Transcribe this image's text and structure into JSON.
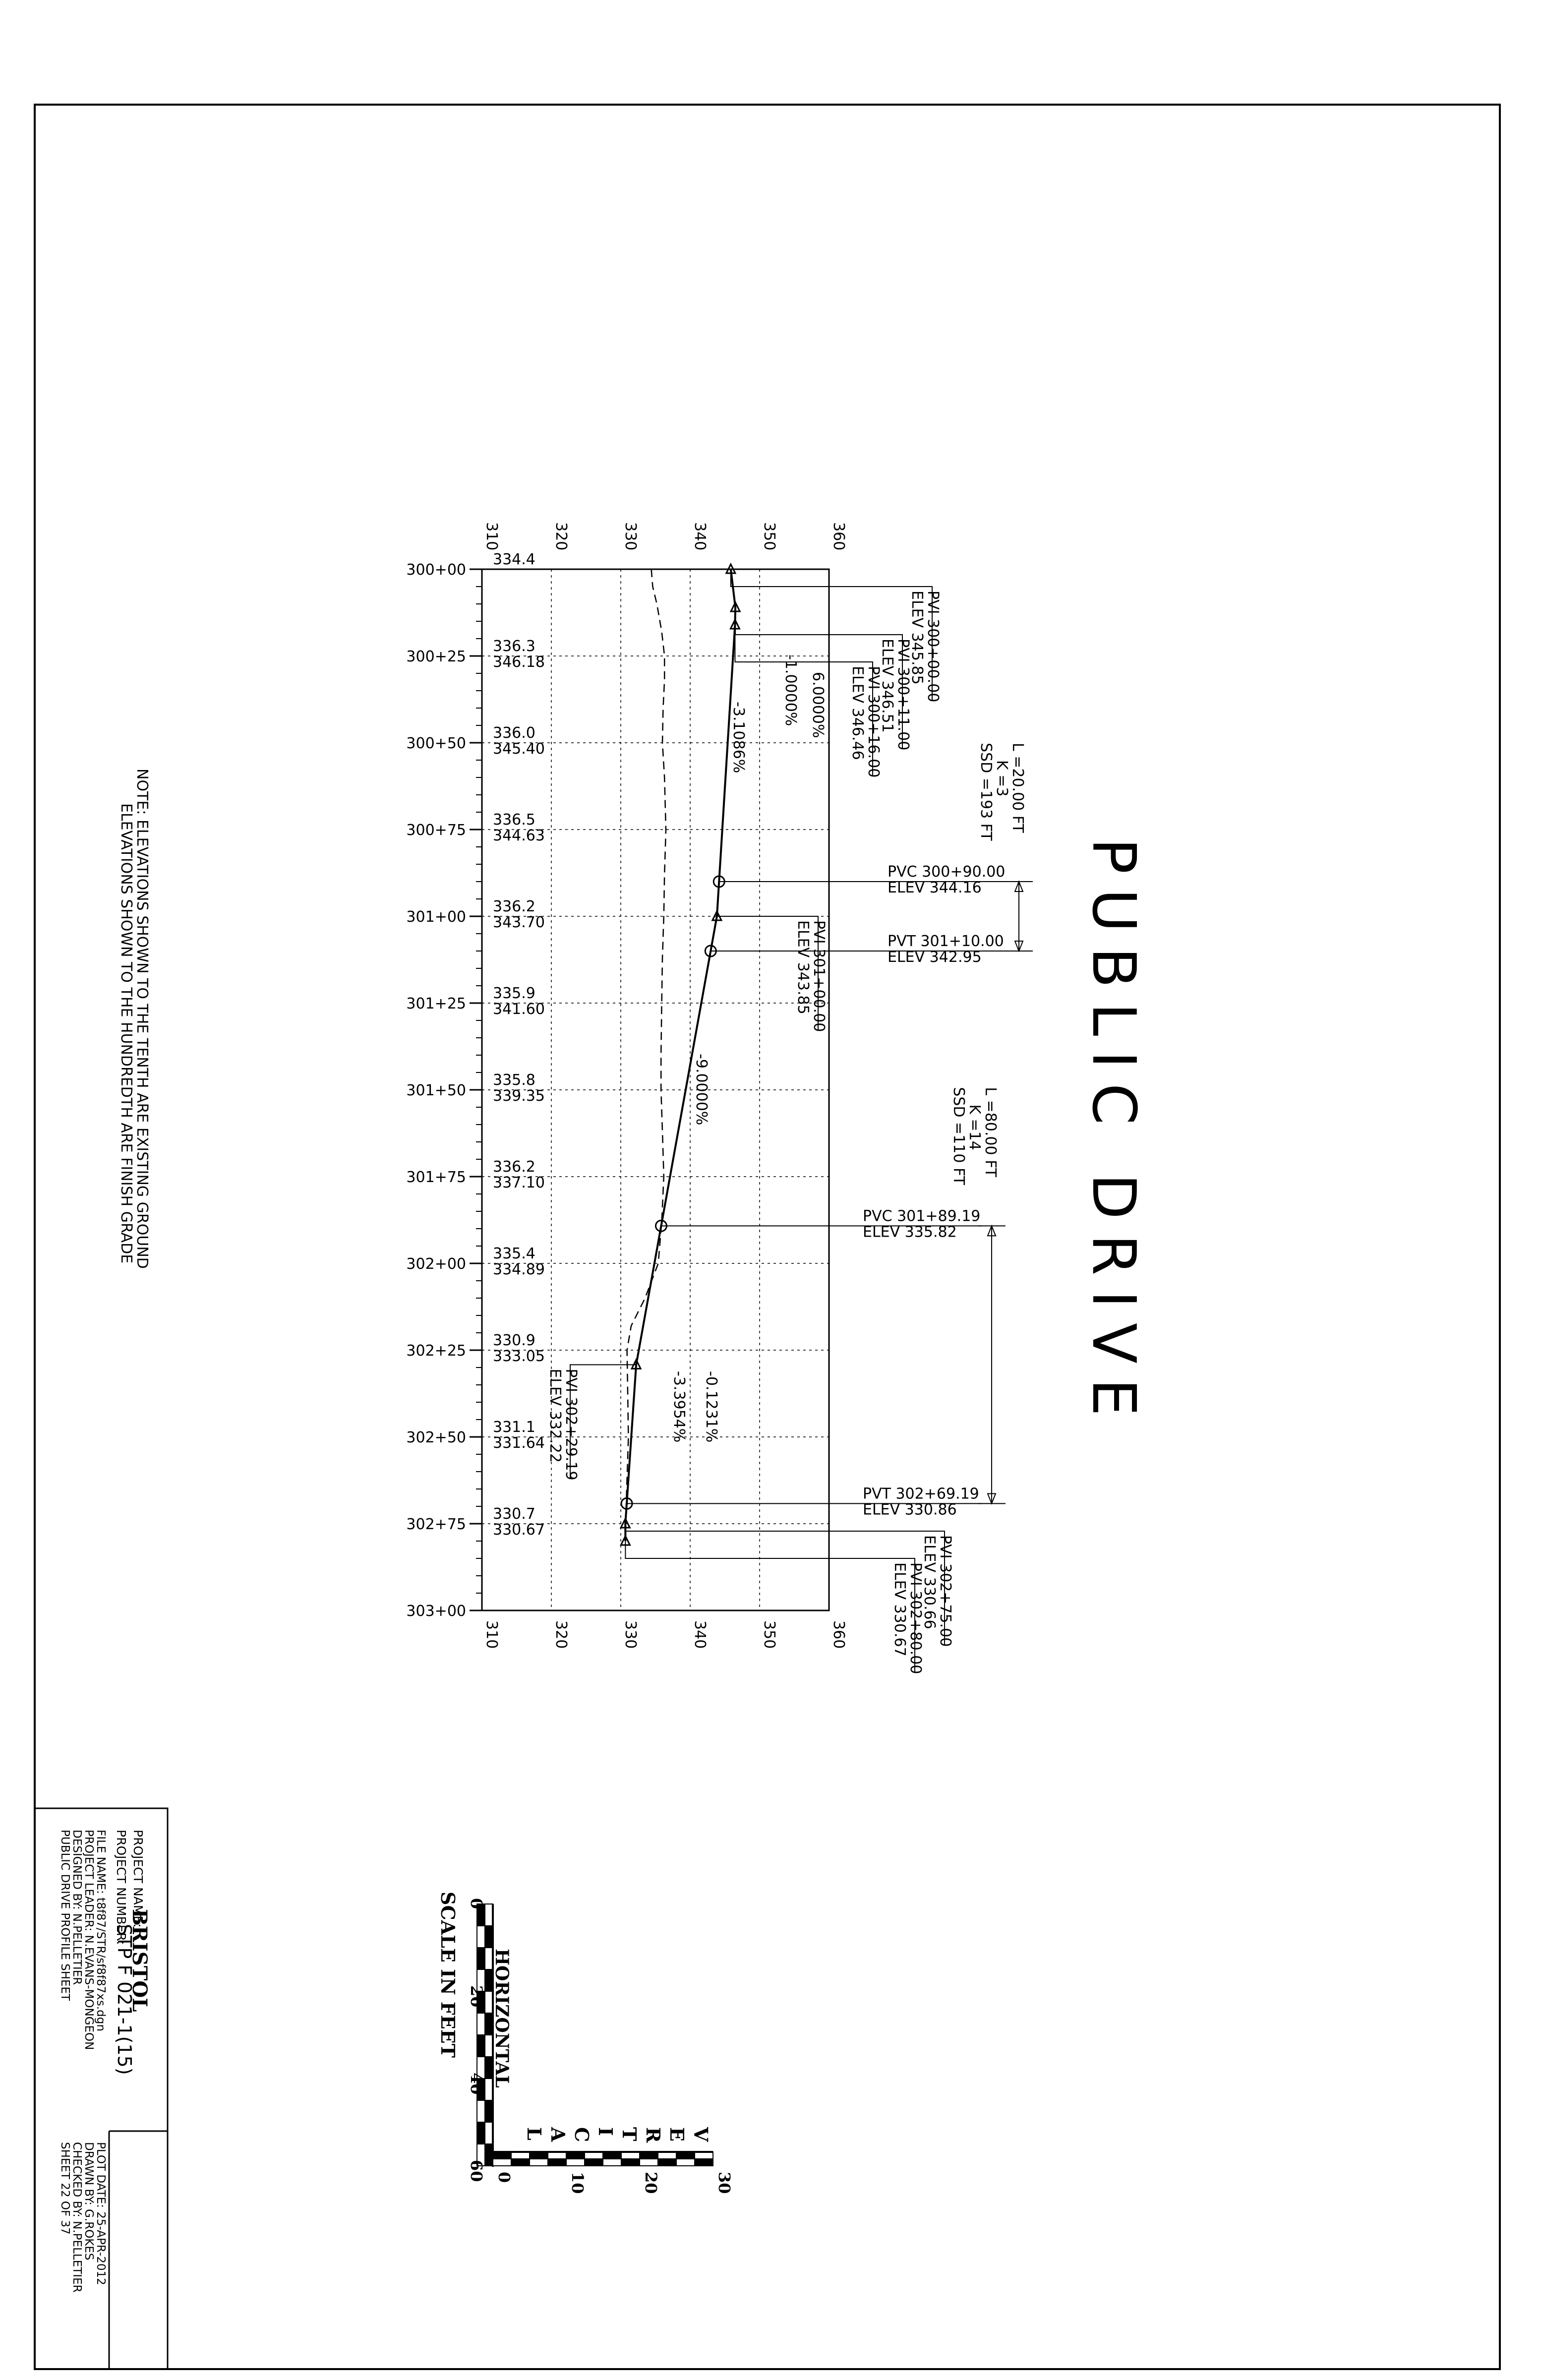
{
  "title": "PUBLIC DRIVE",
  "note": {
    "line1": "NOTE:  ELEVATIONS SHOWN TO THE TENTH ARE EXISTING GROUND",
    "line2": "ELEVATIONS SHOWN TO THE HUNDREDTH ARE FINISH GRADE"
  },
  "profile": {
    "elevation_ticks": [
      "310",
      "320",
      "330",
      "340",
      "350",
      "360"
    ],
    "elev_min": 310,
    "elev_max": 360,
    "station_min": 0,
    "station_max": 300,
    "stations": [
      {
        "label": "300+00",
        "eg": "334.4",
        "fg": ""
      },
      {
        "label": "300+25",
        "eg": "336.3",
        "fg": "346.18"
      },
      {
        "label": "300+50",
        "eg": "336.0",
        "fg": "345.40"
      },
      {
        "label": "300+75",
        "eg": "336.5",
        "fg": "344.63"
      },
      {
        "label": "301+00",
        "eg": "336.2",
        "fg": "343.70"
      },
      {
        "label": "301+25",
        "eg": "335.9",
        "fg": "341.60"
      },
      {
        "label": "301+50",
        "eg": "335.8",
        "fg": "339.35"
      },
      {
        "label": "301+75",
        "eg": "336.2",
        "fg": "337.10"
      },
      {
        "label": "302+00",
        "eg": "335.4",
        "fg": "334.89"
      },
      {
        "label": "302+25",
        "eg": "330.9",
        "fg": "333.05"
      },
      {
        "label": "302+50",
        "eg": "331.1",
        "fg": "331.64"
      },
      {
        "label": "302+75",
        "eg": "330.7",
        "fg": "330.67"
      },
      {
        "label": "303+00",
        "eg": "",
        "fg": ""
      }
    ],
    "existing_ground": [
      [
        0,
        334.4
      ],
      [
        5,
        334.6
      ],
      [
        10,
        335.2
      ],
      [
        18,
        335.9
      ],
      [
        25,
        336.3
      ],
      [
        32,
        336.3
      ],
      [
        40,
        336.1
      ],
      [
        50,
        336.0
      ],
      [
        60,
        336.3
      ],
      [
        75,
        336.5
      ],
      [
        88,
        336.3
      ],
      [
        100,
        336.2
      ],
      [
        112,
        336.0
      ],
      [
        125,
        335.9
      ],
      [
        140,
        335.8
      ],
      [
        150,
        335.8
      ],
      [
        162,
        336.0
      ],
      [
        175,
        336.2
      ],
      [
        188,
        335.9
      ],
      [
        200,
        335.4
      ],
      [
        210,
        333.5
      ],
      [
        218,
        331.5
      ],
      [
        225,
        330.9
      ],
      [
        237,
        331.0
      ],
      [
        250,
        331.1
      ],
      [
        262,
        330.9
      ],
      [
        275,
        330.7
      ]
    ],
    "finish_grade": [
      [
        0,
        345.85
      ],
      [
        11,
        346.51
      ],
      [
        16,
        346.46
      ],
      [
        90,
        344.16
      ],
      [
        100,
        343.85
      ],
      [
        110,
        342.95
      ],
      [
        189.19,
        335.82
      ],
      [
        229.19,
        332.22
      ],
      [
        269.19,
        330.86
      ],
      [
        275,
        330.66
      ],
      [
        280,
        330.67
      ]
    ],
    "pvis": [
      {
        "sta": 0,
        "elev": 345.85,
        "lines": [
          "PVI 300+00.00",
          "ELEV 345.85"
        ]
      },
      {
        "sta": 11,
        "elev": 346.51,
        "lines": [
          "PVI 300+11.00",
          "ELEV 346.51"
        ]
      },
      {
        "sta": 16,
        "elev": 346.46,
        "lines": [
          "PVI 300+16.00",
          "ELEV 346.46"
        ]
      },
      {
        "sta": 100,
        "elev": 343.85,
        "lines": [
          "PVI 301+00.00",
          "ELEV 343.85"
        ]
      },
      {
        "sta": 229.19,
        "elev": 332.22,
        "lines": [
          "PVI 302+29.19",
          "ELEV 332.22"
        ]
      },
      {
        "sta": 275,
        "elev": 330.66,
        "lines": [
          "PVI 302+75.00",
          "ELEV 330.66"
        ]
      },
      {
        "sta": 280,
        "elev": 330.67,
        "lines": [
          "PVI 302+80.00",
          "ELEV 330.67"
        ]
      }
    ],
    "curve_points": [
      {
        "sta": 90,
        "elev": 344.16,
        "lines": [
          "PVC 300+90.00",
          "ELEV 344.16"
        ]
      },
      {
        "sta": 110,
        "elev": 342.95,
        "lines": [
          "PVT 301+10.00",
          "ELEV 342.95"
        ]
      },
      {
        "sta": 189.19,
        "elev": 335.82,
        "lines": [
          "PVC 301+89.19",
          "ELEV 335.82"
        ]
      },
      {
        "sta": 269.19,
        "elev": 330.86,
        "lines": [
          "PVT 302+69.19",
          "ELEV 330.86"
        ]
      }
    ],
    "grades": [
      "6.0000%",
      "-1.0000%",
      "-3.1086%",
      "-9.0000%",
      "-3.3954%",
      "-0.1231%"
    ],
    "curve1": {
      "l": "L =20.00 FT",
      "k": "K =3",
      "ssd": "SSD =193 FT"
    },
    "curve2": {
      "l": "L =80.00 FT",
      "k": "K =14",
      "ssd": "SSD =110 FT"
    }
  },
  "scale_bar": {
    "horizontal_label": "HORIZONTAL",
    "vertical_letters": [
      "V",
      "E",
      "R",
      "T",
      "I",
      "C",
      "A",
      "L"
    ],
    "h_ticks": [
      "0",
      "20",
      "40",
      "60"
    ],
    "v_ticks": [
      "0",
      "10",
      "20",
      "30"
    ],
    "caption": "SCALE IN FEET"
  },
  "title_block": {
    "project_name_label": "PROJECT NAME:",
    "project_name": "BRISTOL",
    "project_number_label": "PROJECT NUMBER:",
    "project_number": "STP F 021-1(15)",
    "file_name": "FILE NAME: t8f87/STR/sf8f87xs.dgn",
    "project_leader": "PROJECT LEADER: N.EVANS-MONGEON",
    "designed_by": "DESIGNED BY:   N.PELLETIER",
    "sheet_name": "PUBLIC DRIVE PROFILE SHEET",
    "plot_date": "PLOT DATE: 25-APR-2012",
    "drawn_by": "DRAWN BY:  G.ROKES",
    "checked_by": "CHECKED BY: N.PELLETIER",
    "sheet": "SHEET   22   OF   37"
  }
}
